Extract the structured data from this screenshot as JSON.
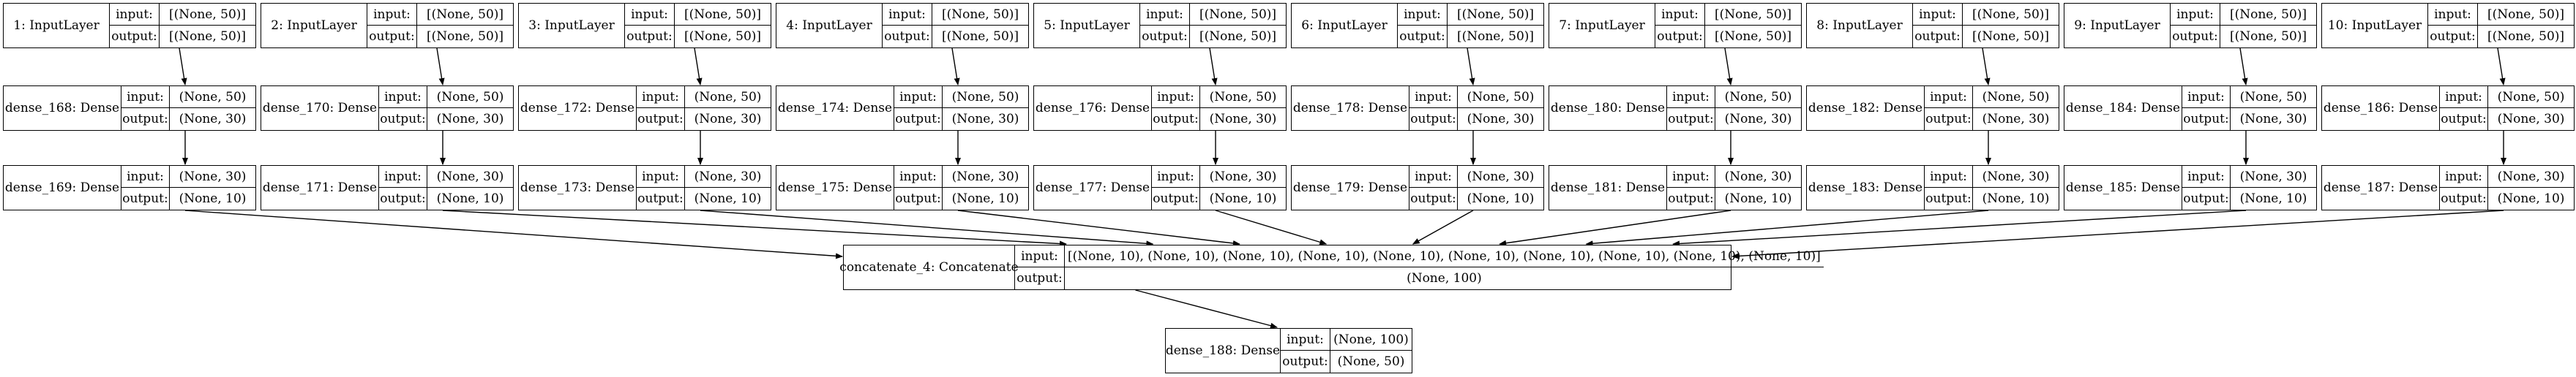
{
  "labels": {
    "input": "input:",
    "output": "output:"
  },
  "input_layers": [
    {
      "name": "1: InputLayer",
      "input": "[(None, 50)]",
      "output": "[(None, 50)]"
    },
    {
      "name": "2: InputLayer",
      "input": "[(None, 50)]",
      "output": "[(None, 50)]"
    },
    {
      "name": "3: InputLayer",
      "input": "[(None, 50)]",
      "output": "[(None, 50)]"
    },
    {
      "name": "4: InputLayer",
      "input": "[(None, 50)]",
      "output": "[(None, 50)]"
    },
    {
      "name": "5: InputLayer",
      "input": "[(None, 50)]",
      "output": "[(None, 50)]"
    },
    {
      "name": "6: InputLayer",
      "input": "[(None, 50)]",
      "output": "[(None, 50)]"
    },
    {
      "name": "7: InputLayer",
      "input": "[(None, 50)]",
      "output": "[(None, 50)]"
    },
    {
      "name": "8: InputLayer",
      "input": "[(None, 50)]",
      "output": "[(None, 50)]"
    },
    {
      "name": "9: InputLayer",
      "input": "[(None, 50)]",
      "output": "[(None, 50)]"
    },
    {
      "name": "10: InputLayer",
      "input": "[(None, 50)]",
      "output": "[(None, 50)]"
    }
  ],
  "dense_a": [
    {
      "name": "dense_168: Dense",
      "input": "(None, 50)",
      "output": "(None, 30)"
    },
    {
      "name": "dense_170: Dense",
      "input": "(None, 50)",
      "output": "(None, 30)"
    },
    {
      "name": "dense_172: Dense",
      "input": "(None, 50)",
      "output": "(None, 30)"
    },
    {
      "name": "dense_174: Dense",
      "input": "(None, 50)",
      "output": "(None, 30)"
    },
    {
      "name": "dense_176: Dense",
      "input": "(None, 50)",
      "output": "(None, 30)"
    },
    {
      "name": "dense_178: Dense",
      "input": "(None, 50)",
      "output": "(None, 30)"
    },
    {
      "name": "dense_180: Dense",
      "input": "(None, 50)",
      "output": "(None, 30)"
    },
    {
      "name": "dense_182: Dense",
      "input": "(None, 50)",
      "output": "(None, 30)"
    },
    {
      "name": "dense_184: Dense",
      "input": "(None, 50)",
      "output": "(None, 30)"
    },
    {
      "name": "dense_186: Dense",
      "input": "(None, 50)",
      "output": "(None, 30)"
    }
  ],
  "dense_b": [
    {
      "name": "dense_169: Dense",
      "input": "(None, 30)",
      "output": "(None, 10)"
    },
    {
      "name": "dense_171: Dense",
      "input": "(None, 30)",
      "output": "(None, 10)"
    },
    {
      "name": "dense_173: Dense",
      "input": "(None, 30)",
      "output": "(None, 10)"
    },
    {
      "name": "dense_175: Dense",
      "input": "(None, 30)",
      "output": "(None, 10)"
    },
    {
      "name": "dense_177: Dense",
      "input": "(None, 30)",
      "output": "(None, 10)"
    },
    {
      "name": "dense_179: Dense",
      "input": "(None, 30)",
      "output": "(None, 10)"
    },
    {
      "name": "dense_181: Dense",
      "input": "(None, 30)",
      "output": "(None, 10)"
    },
    {
      "name": "dense_183: Dense",
      "input": "(None, 30)",
      "output": "(None, 10)"
    },
    {
      "name": "dense_185: Dense",
      "input": "(None, 30)",
      "output": "(None, 10)"
    },
    {
      "name": "dense_187: Dense",
      "input": "(None, 30)",
      "output": "(None, 10)"
    }
  ],
  "concat": {
    "name": "concatenate_4: Concatenate",
    "input": "[(None, 10), (None, 10), (None, 10), (None, 10), (None, 10), (None, 10), (None, 10), (None, 10), (None, 10), (None, 10)]",
    "output": "(None, 100)"
  },
  "final": {
    "name": "dense_188: Dense",
    "input": "(None, 100)",
    "output": "(None, 50)"
  }
}
